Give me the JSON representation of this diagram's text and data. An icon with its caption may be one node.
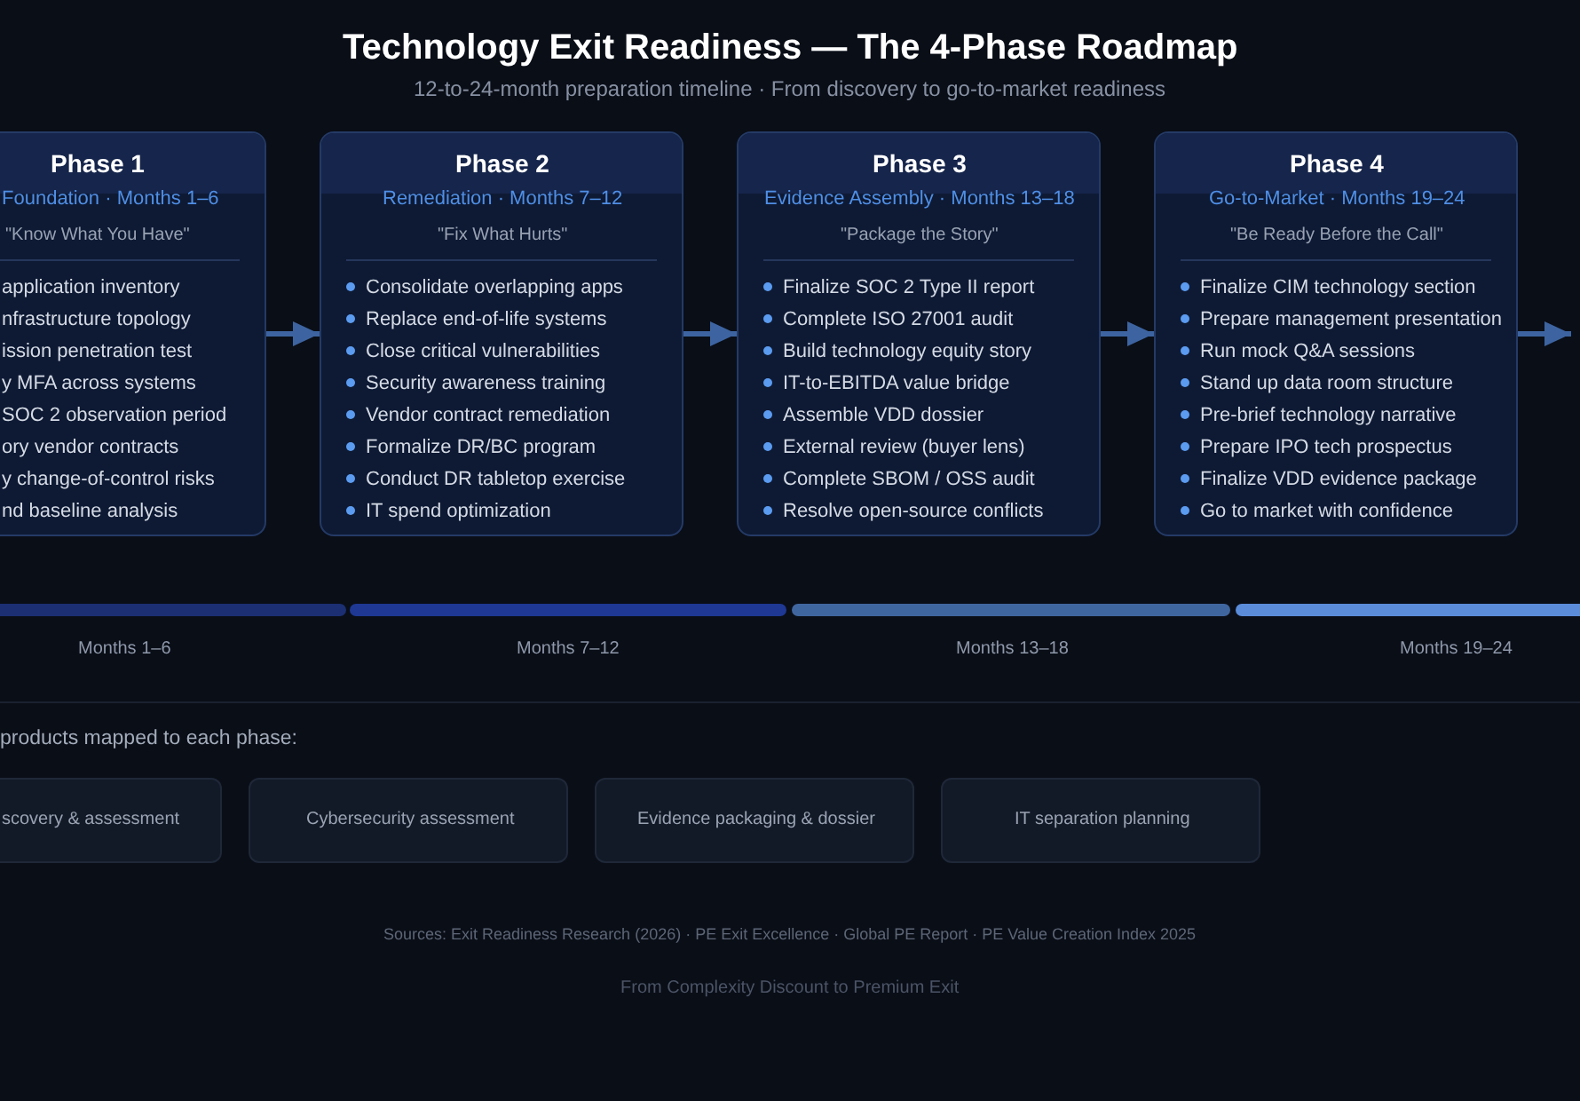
{
  "diagram": {
    "title": "Technology Exit Readiness — The 4-Phase Roadmap",
    "nodes": [
      {
        "text": [
          "Phase 1",
          "Foundation · Months 1–6",
          "\"Know What You Have\"",
          "application inventory",
          "nfrastructure topology",
          "ission penetration test",
          "y MFA across systems",
          "SOC 2 observation period",
          "ory vendor contracts",
          "y change-of-control risks",
          "nd baseline analysis"
        ]
      },
      {
        "text": [
          "Phase 2",
          "Remediation · Months 7–12",
          "\"Fix What Hurts\"",
          "Consolidate overlapping apps",
          "Replace end-of-life systems",
          "Close critical vulnerabilities",
          "Security awareness training",
          "Vendor contract remediation",
          "Formalize DR/BC program",
          "Conduct DR tabletop exercise",
          "IT spend optimization"
        ]
      },
      {
        "text": [
          "Phase 3",
          "Evidence Assembly · Months 13–18",
          "\"Package the Story\"",
          "Finalize SOC 2 Type II report",
          "Complete ISO 27001 audit",
          "Build technology equity story",
          "IT-to-EBITDA value bridge",
          "Assemble VDD dossier",
          "External review (buyer lens)",
          "Complete SBOM / OSS audit",
          "Resolve open-source conflicts"
        ]
      },
      {
        "text": [
          "Phase 4",
          "Go-to-Market · Months 19–24",
          "\"Be Ready Before the Call\"",
          "Finalize CIM technology section",
          "Prepare management presentation",
          "Run mock Q&A sessions",
          "Stand up data room structure",
          "Pre-brief technology narrative",
          "Prepare IPO tech prospectus",
          "Finalize VDD evidence package",
          "Go to market with confidence"
        ]
      },
      {
        "text": [],
        "shape": "bar",
        "beside": [
          "Months 1–6"
        ]
      },
      {
        "text": [],
        "shape": "bar",
        "beside": [
          "Months 7–12"
        ]
      },
      {
        "text": [],
        "shape": "bar",
        "beside": [
          "Months 13–18"
        ]
      },
      {
        "text": [],
        "shape": "bar",
        "beside": [
          "Months 19–24"
        ]
      },
      {
        "text": [
          "scovery & assessment"
        ]
      },
      {
        "text": [
          "Cybersecurity assessment"
        ]
      },
      {
        "text": [
          "Evidence packaging & dossier"
        ]
      },
      {
        "text": [
          "IT separation planning"
        ]
      }
    ],
    "edges": [
      {
        "from": 0,
        "to": 1,
        "arrow": "to"
      },
      {
        "from": 1,
        "to": 2,
        "arrow": "to"
      },
      {
        "from": 2,
        "to": 3,
        "arrow": "to"
      },
      {
        "from": 3,
        "to": null,
        "arrow": "to"
      }
    ],
    "labels": [
      "12-to-24-month preparation timeline · From discovery to go-to-market readiness",
      "products mapped to each phase:",
      "Sources: Exit Readiness Research (2026) · PE Exit Excellence · Global PE Report · PE Value Creation Index 2025",
      "From Complexity Discount to Premium Exit"
    ]
  }
}
